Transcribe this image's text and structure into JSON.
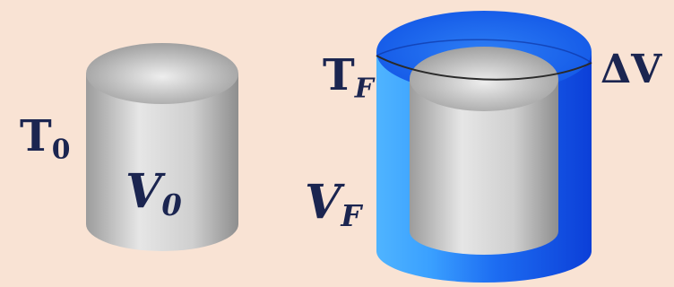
{
  "labels": {
    "t0": {
      "main": "T",
      "sub": "0"
    },
    "v0": {
      "main": "V",
      "sub": "0"
    },
    "tf": {
      "main": "T",
      "sub": "F"
    },
    "vf": {
      "main": "V",
      "sub": "F"
    },
    "dv": {
      "main": "ΔV"
    }
  },
  "colors": {
    "background": "#f9e3d4",
    "label": "#1b2550",
    "expansion_shell": "#1565f0",
    "cylinder": "#d4d4d4"
  }
}
